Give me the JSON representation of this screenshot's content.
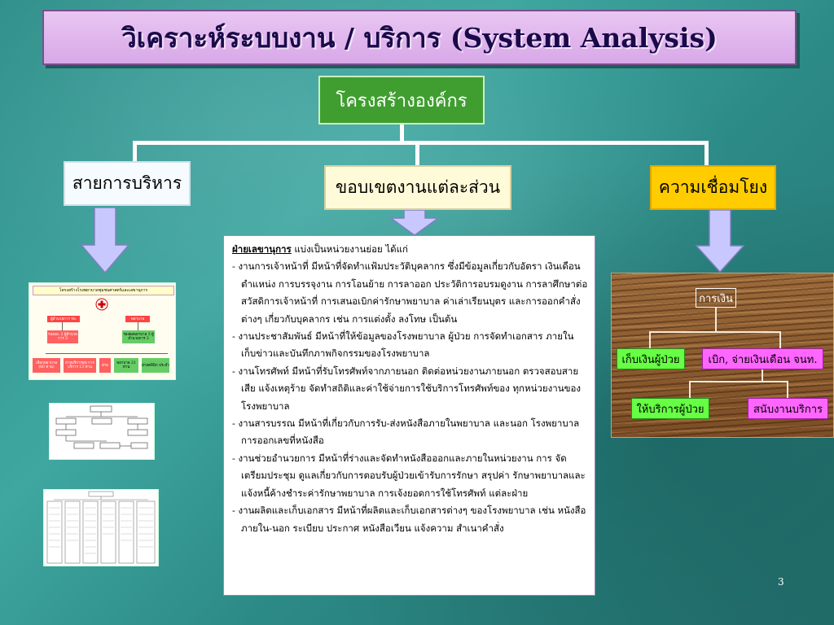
{
  "slide": {
    "title": "วิเคราะห์ระบบงาน / บริการ (System Analysis)",
    "page_number": "3"
  },
  "org_chart": {
    "root_label": "โครงสร้างองค์กร",
    "branches": {
      "admin": "สายการบริหาร",
      "scope": "ขอบเขตงานแต่ละส่วน",
      "link": "ความเชื่อมโยง"
    }
  },
  "scope_text": {
    "heading": "ฝ่ายเลขานุการ",
    "heading_rest": " แบ่งเป็นหน่วยงานย่อย ได้แก่",
    "items": [
      "- งานการเจ้าหน้าที่ มีหน้าที่จัดทำแฟ้มประวัติบุคลากร ซึ่งมีข้อมูลเกี่ยวกับอัตรา เงินเดือน ตำแหน่ง การบรรจุงาน การโอนย้าย การลาออก ประวัติการอบรมดูงาน การลาศึกษาต่อ สวัสดิการเจ้าหน้าที่ การเสนอเบิกค่ารักษาพยาบาล ค่าเล่าเรียนบุตร และการออกคำสั่งต่างๆ เกี่ยวกับบุคลากร เช่น การแต่งตั้ง ลงโทษ เป็นต้น",
      "- งานประชาสัมพันธ์ มีหน้าที่ให้ข้อมูลของโรงพยาบาล ผู้ป่วย การจัดทำเอกสาร ภายใน เก็บข่าวและบันทึกภาพกิจกรรมของโรงพยาบาล",
      "- งานโทรศัพท์ มีหน้าที่รับโทรศัพท์จากภายนอก ติดต่อหน่วยงานภายนอก ตรวจสอบสายเสีย แจ้งเหตุร้าย จัดทำสถิติและค่าใช้จ่ายการใช้บริการโทรศัพท์ของ ทุกหน่วยงานของโรงพยาบาล",
      "- งานสารบรรณ มีหน้าที่เกี่ยวกับการรับ-ส่งหนังสือภายในพยาบาล และนอก โรงพยาบาล การออกเลขที่หนังสือ",
      "- งานช่วยอำนวยการ มีหน้าที่ร่างและจัดทำหนังสือออกและภายในหน่วยงาน การ จัดเตรียมประชุม ดูแลเกี่ยวกับการตอบรับผู้ป่วยเข้ารับการรักษา สรุปค่า รักษาพยาบาลและแจ้งหนี้ค้างชำระค่ารักษาพยาบาล การเจ้งยอดการใช้โทรศัพท์ แต่ละฝ่าย",
      "- งานผลิตและเก็บเอกสาร มีหน้าที่ผลิตและเก็บเอกสารต่างๆ ของโรงพยาบาล เช่น หนังสือภายใน-นอก ระเบียบ ประกาศ หนังสือเวียน แจ้งความ สำเนาคำสั่ง"
    ]
  },
  "finance_diagram": {
    "root": "การเงิน",
    "collect": "เก็บเงินผู้ป่วย",
    "disburse": "เบิก, จ่ายเงินเดือน จนท.",
    "service": "ให้บริการผู้ป่วย",
    "support": "สนับงานบริการ"
  },
  "thumbnail": {
    "title": "โครงสร้างโรงพยาบาลชุมชนศาสตร์และเลขานุการ",
    "director": "ผู้อำนวยการ รพ.",
    "nurse": "พยาบาล",
    "sub_left": "รองผอ. 3 ผู้อำนวยการ 3",
    "sub_right": "รองผอพยาบาล 3 ผู้อำนวยการ 3",
    "bottom": [
      "เลือกพยาบาล (80 ท่าน)",
      "ฝ่ายบริการสุข การบริการ 13 ท่าน",
      "ฝ่าย",
      "พยาบาล 21 ท่าน",
      "ฝ่ายคลินิก ประจำ"
    ]
  },
  "colors": {
    "background": "#2f8f8a",
    "title_bg": "#e0b8ee",
    "root_box": "#3f9e2f",
    "link_box": "#ffcc00",
    "scope_box": "#fffbd8",
    "green_chip": "#66ff44",
    "pink_chip": "#ff66ff",
    "arrow_fill": "#c8c8ff"
  }
}
